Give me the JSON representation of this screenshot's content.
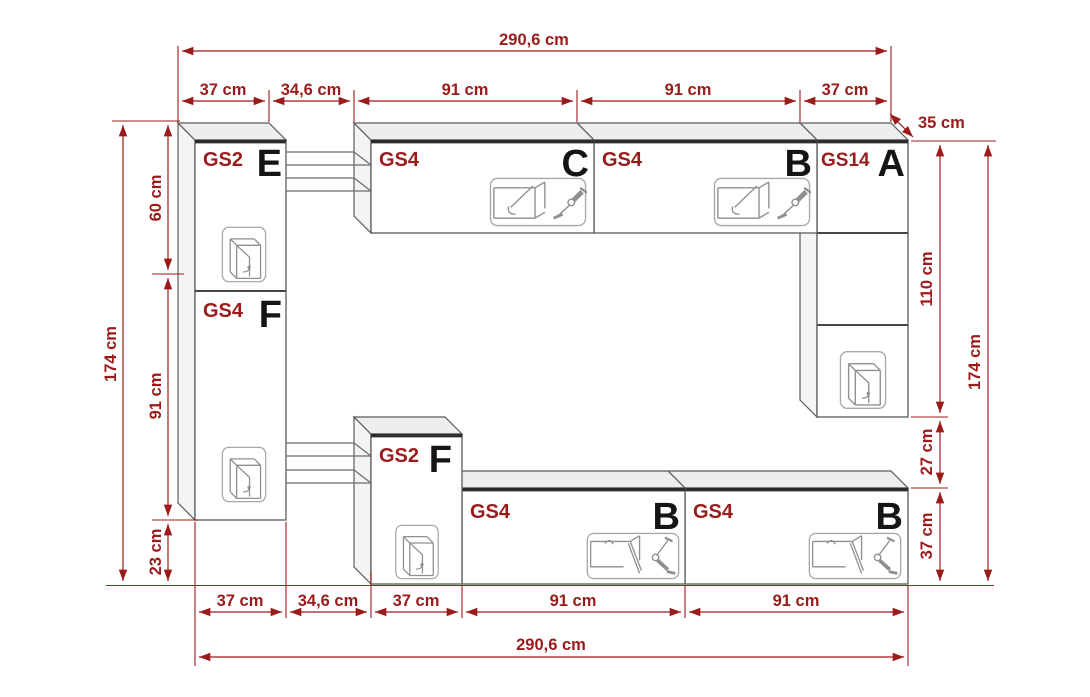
{
  "title": "Wall unit furniture dimension diagram",
  "colors": {
    "dimension_red": "#9b1b1b",
    "outline_gray": "#5a5a5a",
    "letter_black": "#151515",
    "background": "#ffffff"
  },
  "dims": {
    "top_total": "290,6 cm",
    "top_segments": [
      "37 cm",
      "34,6 cm",
      "91 cm",
      "91 cm",
      "37 cm"
    ],
    "depth": "35 cm",
    "right_inner": [
      "110 cm",
      "27 cm",
      "37 cm"
    ],
    "right_total": "174 cm",
    "left_inner": [
      "60 cm",
      "91 cm",
      "23 cm"
    ],
    "left_total": "174 cm",
    "bottom_segments": [
      "37 cm",
      "34,6 cm",
      "37 cm",
      "91 cm",
      "91 cm"
    ],
    "bottom_total": "290,6 cm"
  },
  "cabinets": {
    "e": {
      "model": "GS2",
      "letter": "E",
      "icon": "door"
    },
    "f": {
      "model": "GS4",
      "letter": "F",
      "icon": "door"
    },
    "c": {
      "model": "GS4",
      "letter": "C",
      "icon": "flap-up"
    },
    "b_top": {
      "model": "GS4",
      "letter": "B",
      "icon": "flap-up"
    },
    "a": {
      "model": "GS14",
      "letter": "A",
      "icon": "door"
    },
    "f2": {
      "model": "GS2",
      "letter": "F",
      "icon": "door"
    },
    "b1": {
      "model": "GS4",
      "letter": "B",
      "icon": "flap-down"
    },
    "b2": {
      "model": "GS4",
      "letter": "B",
      "icon": "flap-down"
    }
  }
}
